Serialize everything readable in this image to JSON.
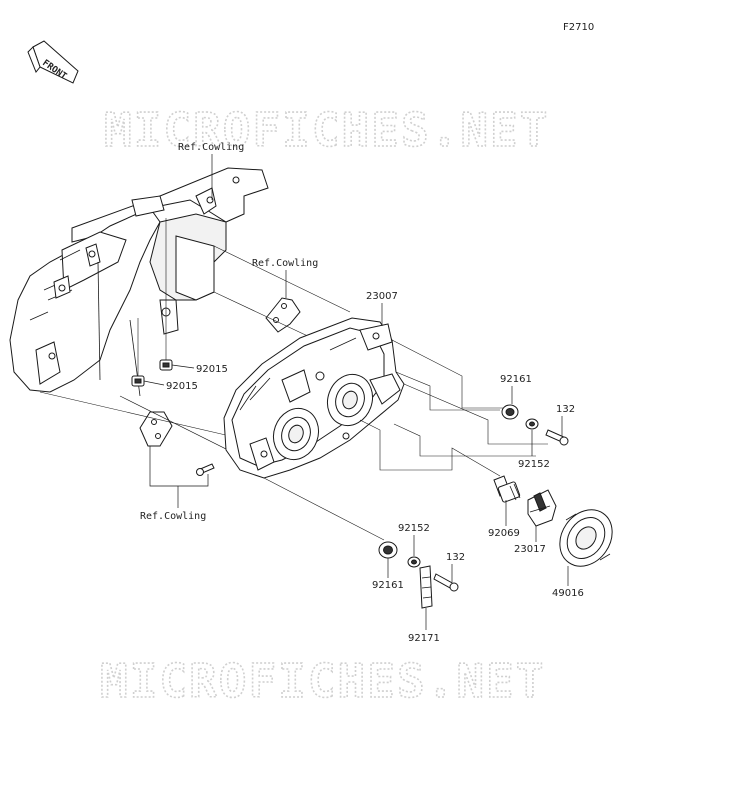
{
  "figure_code": "F2710",
  "front_arrow": {
    "label": "FRONT",
    "icon": "front-arrow-icon"
  },
  "watermark": "MICROFICHES.NET",
  "labels": {
    "ref_cowling_top": "Ref.Cowling",
    "ref_cowling_mid": "Ref.Cowling",
    "ref_cowling_bottom": "Ref.Cowling",
    "p23007": "23007",
    "p92015_a": "92015",
    "p92015_b": "92015",
    "p92161_a": "92161",
    "p132_a": "132",
    "p92152_a": "92152",
    "p92069": "92069",
    "p23017": "23017",
    "p49016": "49016",
    "p92152_b": "92152",
    "p132_b": "132",
    "p92161_b": "92161",
    "p92171": "92171"
  },
  "colors": {
    "line": "#1a1a1a",
    "watermark": "#d0d0d0",
    "background": "#ffffff"
  }
}
